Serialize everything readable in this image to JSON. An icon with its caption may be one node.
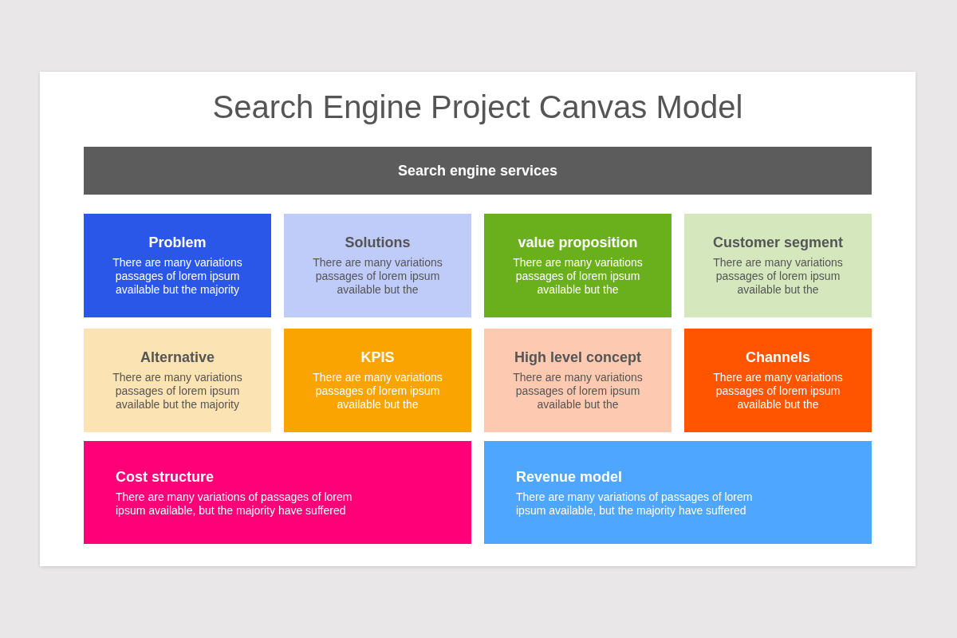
{
  "diagram": {
    "title": "Search Engine Project Canvas Model",
    "nodes": [
      {
        "text": [
          "Search engine services"
        ]
      },
      {
        "text": [
          "Problem",
          "There are many variations passages of lorem ipsum available but the majority"
        ]
      },
      {
        "text": [
          "Solutions",
          "There are many variations passages of lorem ipsum available but the"
        ]
      },
      {
        "text": [
          "value proposition",
          "There are many variations passages of lorem ipsum available but the"
        ]
      },
      {
        "text": [
          "Customer segment",
          "There are many variations passages of lorem ipsum available but the"
        ]
      },
      {
        "text": [
          "Alternative",
          "There are many variations passages of lorem ipsum available but the majority"
        ]
      },
      {
        "text": [
          "KPIS",
          "There are many variations passages of lorem ipsum available but the"
        ]
      },
      {
        "text": [
          "High level concept",
          "There are many variations passages of lorem ipsum available but the"
        ]
      },
      {
        "text": [
          "Channels",
          "There are many variations passages of lorem ipsum available but the"
        ]
      },
      {
        "text": [
          "Cost structure",
          "There are many variations of passages of lorem ipsum available, but the majority have suffered"
        ]
      },
      {
        "text": [
          "Revenue model",
          "There are many variations of passages of lorem ipsum available, but the majority have suffered"
        ]
      }
    ],
    "edges": []
  }
}
